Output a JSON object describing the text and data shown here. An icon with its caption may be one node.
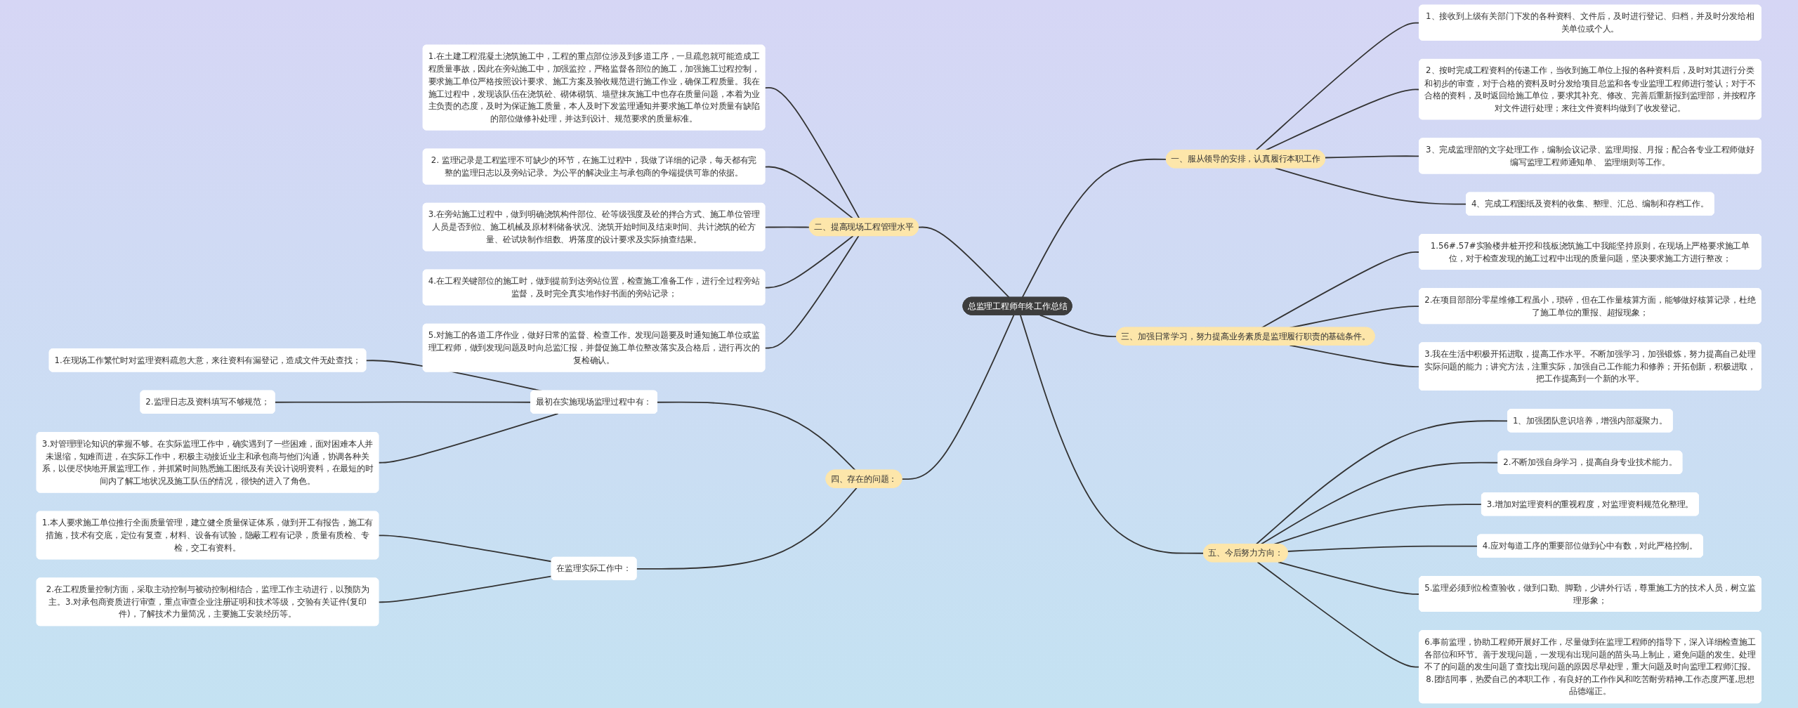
{
  "diagram": {
    "nodes": [
      {
        "text": [
          "总监理工程师年终工作总结"
        ]
      },
      {
        "text": [
          "一、服从领导的安排，认真履行本职工作"
        ]
      },
      {
        "text": [
          "1、接收到上级有关部门下发的各种资料、文件后，及时进行登记、归档，并及时分发给相关单位或个人。"
        ]
      },
      {
        "text": [
          "2、按时完成工程资料的传递工作，当收到施工单位上报的各种资料后，及时对其进行分类和初步的审查，对于合格的资料及时分发给项目总监和各专业监理工程师进行签认；对于不合格的资料，及时返回给施工单位，要求其补充、修改、完善后重新报到监理部，并按程序对文件进行处理；来往文件资料均做到了收发登记。"
        ]
      },
      {
        "text": [
          "3、完成监理部的文字处理工作，编制会议记录、监理周报、月报；配合各专业工程师做好编写监理工程师通知单、 监理细则等工作。"
        ]
      },
      {
        "text": [
          "4、完成工程图纸及资料的收集、整理、汇总、编制和存档工作。"
        ]
      },
      {
        "text": [
          "二、提高现场工程管理水平"
        ]
      },
      {
        "text": [
          "1.在土建工程混凝土浇筑施工中，工程的重点部位涉及到多道工序，一旦疏忽就可能造成工程质量事故，因此在旁站施工中，加强监控，严格监督各部位的施工，加强施工过程控制，要求施工单位严格按照设计要求、施工方案及验收规范进行施工作业，确保工程质量。我在施工过程中，发现该队伍在浇筑砼、砌体砌筑、墙壁抹灰施工中也存在质量问题，本着为业主负责的态度，及时为保证施工质量，本人及时下发监理通知并要求施工单位对质量有缺陷的部位做修补处理，并达到设计、规范要求的质量标准。"
        ]
      },
      {
        "text": [
          "2. 监理记录是工程监理不可缺少的环节，在施工过程中，我做了详细的记录，每天都有完整的监理日志以及旁站记录。为公平的解决业主与承包商的争端提供可靠的依据。"
        ]
      },
      {
        "text": [
          "3.在旁站施工过程中，做到明确浇筑构件部位、砼等级强度及砼的拌合方式、施工单位管理人员是否到位、施工机械及原材料储备状况、浇筑开始时间及结束时间、共计浇筑的砼方量、砼试块制作组数、坍落度的设计要求及实际抽查结果。"
        ]
      },
      {
        "text": [
          "4.在工程关键部位的施工时，做到提前到达旁站位置，检查施工准备工作，进行全过程旁站监督，及时完全真实地作好书面的旁站记录；"
        ]
      },
      {
        "text": [
          "5.对施工的各道工序作业，做好日常的监督、检查工作。发现问题要及时通知施工单位或监理工程师，做到发现问题及时向总监汇报，并督促施工单位整改落实及合格后，进行再次的复检确认。"
        ]
      },
      {
        "text": [
          "三、加强日常学习，努力提高业务素质是监理履行职责的基础条件。"
        ]
      },
      {
        "text": [
          "1.56#.57#实验楼井桩开挖和筏板浇筑施工中我能坚持原则，在现场上严格要求施工单位，对于检查发现的施工过程中出现的质量问题，坚决要求施工方进行整改；"
        ]
      },
      {
        "text": [
          "2.在项目部部分零星维修工程虽小，琐碎，但在工作量核算方面，能够做好核算记录，杜绝了施工单位的重报、超报现象；"
        ]
      },
      {
        "text": [
          "3.我在生活中积极开拓进取，提高工作水平。不断加强学习，加强锻炼，努力提高自己处理实际问题的能力；讲究方法，注重实际，加强自己工作能力和修养；开拓创新，积极进取，把工作提高到一个新的水平。"
        ]
      },
      {
        "text": [
          "四、存在的问题："
        ]
      },
      {
        "text": [
          "最初在实施现场监理过程中有："
        ]
      },
      {
        "text": [
          "1.在现场工作繁忙时对监理资料疏忽大意，来往资料有漏登记，造成文件无处查找；"
        ]
      },
      {
        "text": [
          "2.监理日志及资料填写不够规范；"
        ]
      },
      {
        "text": [
          "3.对管理理论知识的掌握不够。在实际监理工作中，确实遇到了一些困难，面对困难本人并未退缩，知难而进，在实际工作中，积极主动接近业主和承包商与他们沟通，协调各种关系，以便尽快地开展监理工作，并抓紧时间熟悉施工图纸及有关设计说明资料，在最短的时间内了解工地状况及施工队伍的情况，很快的进入了角色。"
        ]
      },
      {
        "text": [
          "在监理实际工作中："
        ]
      },
      {
        "text": [
          "1.本人要求施工单位推行全面质量管理，建立健全质量保证体系，做到开工有报告，施工有措施，技术有交底，定位有复查，材料、设备有试验，隐蔽工程有记录，质量有质检、专检，交工有资料。"
        ]
      },
      {
        "text": [
          "2.在工程质量控制方面，采取主动控制与被动控制相结合，监理工作主动进行，以预防为主。3.对承包商资质进行审查，重点审查企业注册证明和技术等级，交验有关证件(复印件)，了解技术力量简况，主要施工安装经历等。"
        ]
      },
      {
        "text": [
          "五、今后努力方向："
        ]
      },
      {
        "text": [
          "1、加强团队意识培养，增强内部凝聚力。"
        ]
      },
      {
        "text": [
          "2.不断加强自身学习，提高自身专业技术能力。"
        ]
      },
      {
        "text": [
          "3.增加对监理资料的重视程度，对监理资料规范化整理。"
        ]
      },
      {
        "text": [
          "4.应对每道工序的重要部位做到心中有数，对此严格控制。"
        ]
      },
      {
        "text": [
          "5.监理必须到位检查验收，做到口勤、脚勤，少讲外行话，尊重施工方的技术人员，树立监理形象；"
        ]
      },
      {
        "text": [
          "6.事前监理，协助工程师开展好工作，尽量做到在监理工程师的指导下，深入详细检查施工各部位和环节。善于发现问题，一发现有出现问题的苗头马上制止，避免问题的发生。处理不了的问题的发生问题了查找出现问题的原因尽早处理，重大问题及时向监理工程师汇报。8.团结同事，热爱自己的本职工作，有良好的工作作风和吃苦耐劳精神,工作态度严谨,思想品德端正。"
        ]
      }
    ],
    "edges": [
      {
        "from": 0,
        "to": 1,
        "arrow": "none"
      },
      {
        "from": 1,
        "to": 2,
        "arrow": "none"
      },
      {
        "from": 1,
        "to": 3,
        "arrow": "none"
      },
      {
        "from": 1,
        "to": 4,
        "arrow": "none"
      },
      {
        "from": 1,
        "to": 5,
        "arrow": "none"
      },
      {
        "from": 0,
        "to": 6,
        "arrow": "none"
      },
      {
        "from": 6,
        "to": 7,
        "arrow": "none"
      },
      {
        "from": 6,
        "to": 8,
        "arrow": "none"
      },
      {
        "from": 6,
        "to": 9,
        "arrow": "none"
      },
      {
        "from": 6,
        "to": 10,
        "arrow": "none"
      },
      {
        "from": 6,
        "to": 11,
        "arrow": "none"
      },
      {
        "from": 0,
        "to": 12,
        "arrow": "none"
      },
      {
        "from": 12,
        "to": 13,
        "arrow": "none"
      },
      {
        "from": 12,
        "to": 14,
        "arrow": "none"
      },
      {
        "from": 12,
        "to": 15,
        "arrow": "none"
      },
      {
        "from": 0,
        "to": 16,
        "arrow": "none"
      },
      {
        "from": 16,
        "to": 17,
        "arrow": "none"
      },
      {
        "from": 17,
        "to": 18,
        "arrow": "none"
      },
      {
        "from": 17,
        "to": 19,
        "arrow": "none"
      },
      {
        "from": 17,
        "to": 20,
        "arrow": "none"
      },
      {
        "from": 16,
        "to": 21,
        "arrow": "none"
      },
      {
        "from": 21,
        "to": 22,
        "arrow": "none"
      },
      {
        "from": 21,
        "to": 23,
        "arrow": "none"
      },
      {
        "from": 0,
        "to": 24,
        "arrow": "none"
      },
      {
        "from": 24,
        "to": 25,
        "arrow": "none"
      },
      {
        "from": 24,
        "to": 26,
        "arrow": "none"
      },
      {
        "from": 24,
        "to": 27,
        "arrow": "none"
      },
      {
        "from": 24,
        "to": 28,
        "arrow": "none"
      },
      {
        "from": 24,
        "to": 29,
        "arrow": "none"
      },
      {
        "from": 24,
        "to": 30,
        "arrow": "none"
      }
    ]
  }
}
